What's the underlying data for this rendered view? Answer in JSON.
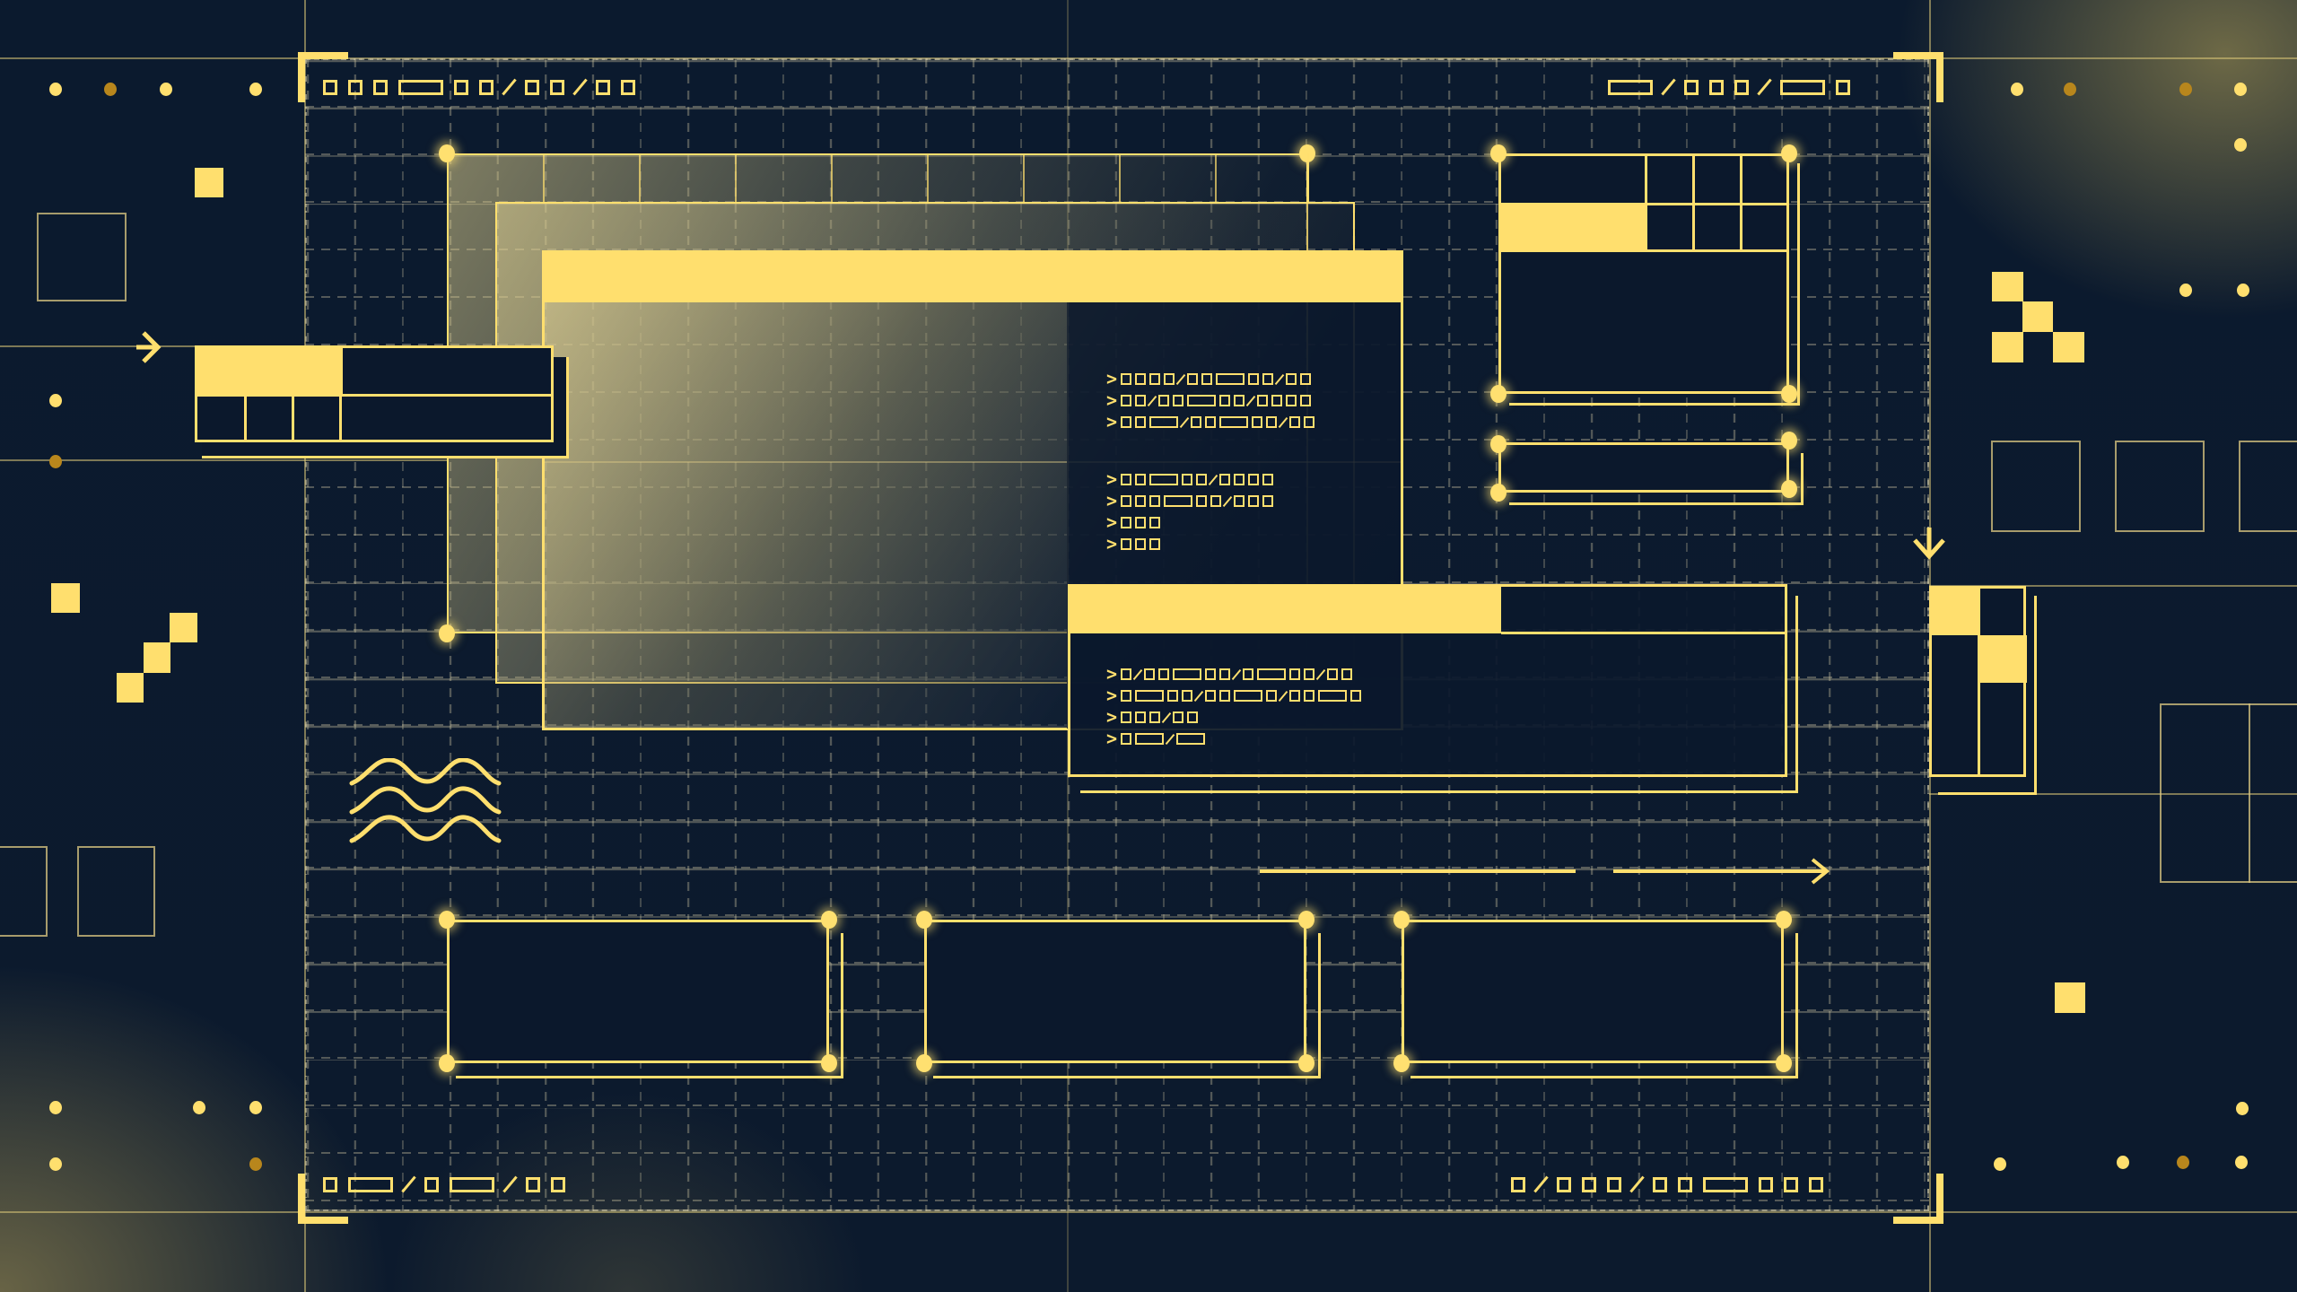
{
  "theme": {
    "background": "#0b182c",
    "accent": "#ffdf6e",
    "accent_dim": "#b8861c",
    "grid_line": "#dcd2aa"
  },
  "header": {
    "top_left_label": "sss r ss / ss / ss",
    "top_right_label": "r / sss / r s"
  },
  "footer": {
    "bottom_left_label": "s r / s r / ss",
    "bottom_right_label": "s / sss / ss r sss"
  },
  "main_window": {
    "title_bar_fill": "#ffdf6e",
    "code_block_1": [
      "> ssss / ss r ss / ss",
      "> ss / ss r ss / ssss",
      "> ss r / ss r ss / ss"
    ],
    "code_block_2": [
      "> ss r ss / ssss",
      "> sss r ss / sss",
      "> sss",
      "> sss"
    ]
  },
  "code_window": {
    "lines": [
      "> s / ss r ss / s r ss / ss",
      "> s r ss / ss r s / ss r s",
      "> sss / ss",
      "> s r / r"
    ]
  },
  "icons": {
    "left_arrow": "arrow-right-icon",
    "right_arrow": "arrow-down-icon",
    "progress_arrow": "arrow-right-icon",
    "wave": "wave-icon"
  },
  "bottom_panels": [
    {
      "id": "panel-1"
    },
    {
      "id": "panel-2"
    },
    {
      "id": "panel-3"
    }
  ]
}
